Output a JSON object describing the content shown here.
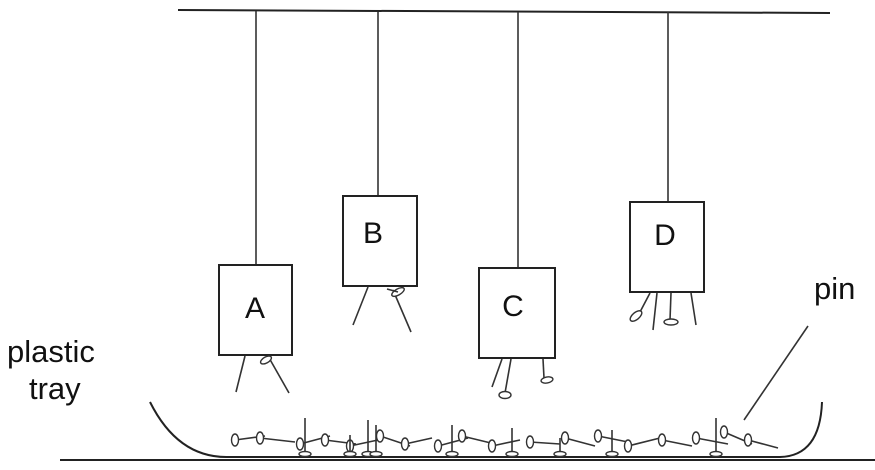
{
  "magnets": [
    {
      "id": "A",
      "label": "A"
    },
    {
      "id": "B",
      "label": "B"
    },
    {
      "id": "C",
      "label": "C"
    },
    {
      "id": "D",
      "label": "D"
    }
  ],
  "labels": {
    "tray_line1": "plastic",
    "tray_line2": "tray",
    "pin": "pin"
  }
}
